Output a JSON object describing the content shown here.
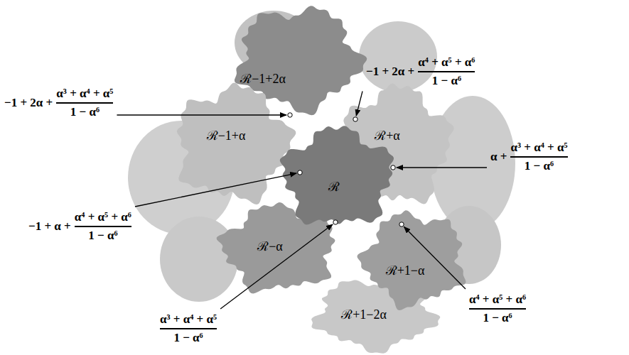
{
  "diagram": {
    "nodes": [
      {
        "text": [
          "ℛ−1+2α"
        ]
      },
      {
        "text": [
          "ℛ−1+α"
        ]
      },
      {
        "text": [
          "ℛ+α"
        ]
      },
      {
        "text": [
          "ℛ"
        ]
      },
      {
        "text": [
          "ℛ−α"
        ]
      },
      {
        "text": [
          "ℛ+1−α"
        ]
      },
      {
        "text": [
          "ℛ+1−2α"
        ]
      }
    ],
    "labels": [
      "−1 + 2α +",
      "α⁴ + α⁵ + α⁶",
      "1 − α⁶",
      "−1 + 2α +",
      "α³ + α⁴ + α⁵",
      "1 − α⁶",
      "α +",
      "α³ + α⁴ + α⁵",
      "1 − α⁶",
      "−1 + α +",
      "α⁴ + α⁵ + α⁶",
      "1 − α⁶",
      "α³ + α⁴ + α⁵",
      "1 − α⁶",
      "α⁴ + α⁵ + α⁶",
      "1 − α⁶"
    ]
  }
}
